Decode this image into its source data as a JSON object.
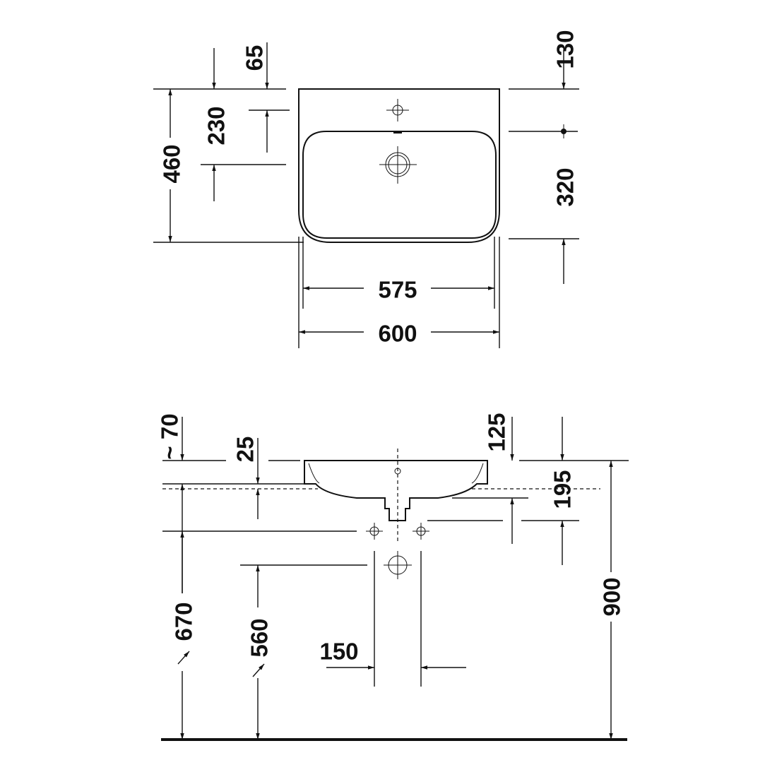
{
  "top_view": {
    "depth_total": "460",
    "tap_hole_offset": "65",
    "tap_to_drain": "230",
    "overflow_offset": "130",
    "overflow_to_back": "320",
    "inner_width": "575",
    "total_width": "600"
  },
  "side_view": {
    "rim_thickness_approx": "~ 70",
    "rim_height": "25",
    "overflow_height": "125",
    "drain_depth": "195",
    "rim_floor_height": "900",
    "supply_height": "670",
    "waste_height": "560",
    "supply_spacing": "150"
  }
}
